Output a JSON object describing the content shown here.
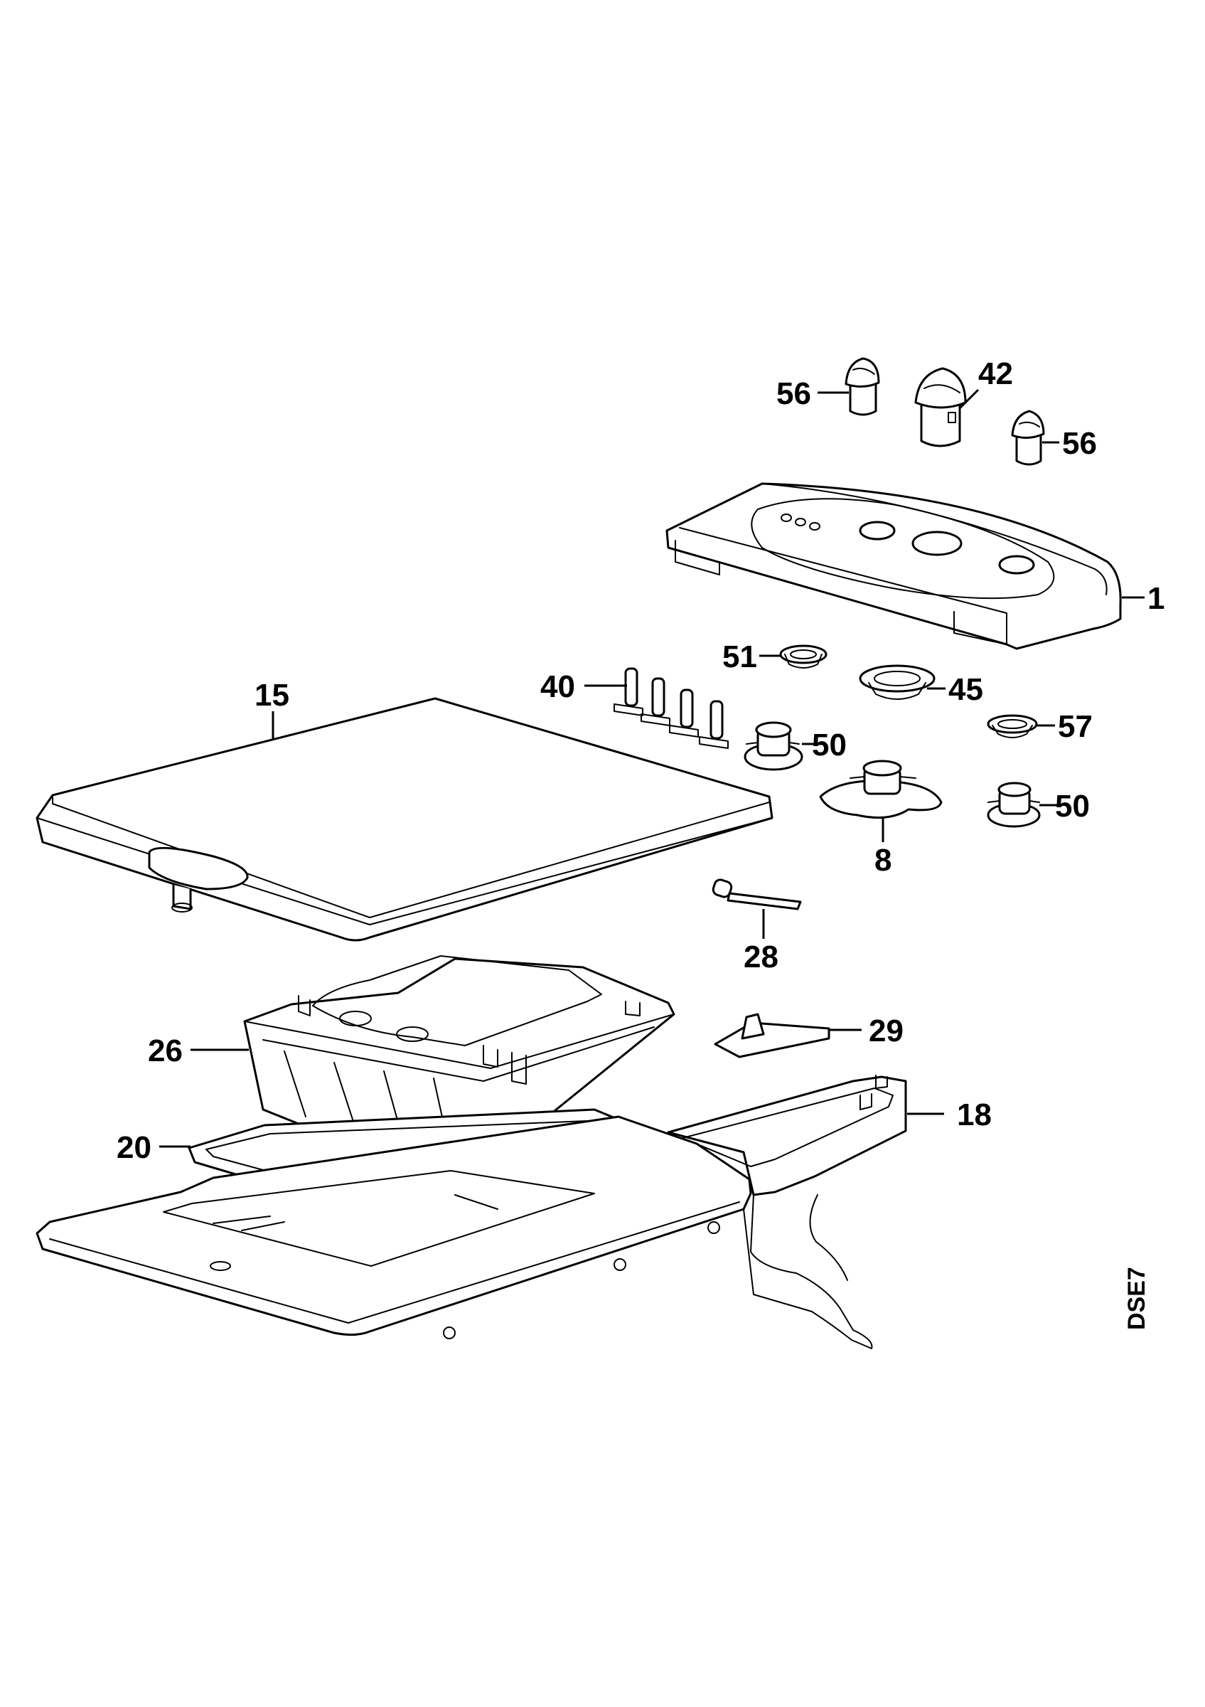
{
  "drawing_code": "DSE7",
  "callouts": [
    {
      "id": "c1",
      "text": "1"
    },
    {
      "id": "c8",
      "text": "8"
    },
    {
      "id": "c15",
      "text": "15"
    },
    {
      "id": "c18",
      "text": "18"
    },
    {
      "id": "c20",
      "text": "20"
    },
    {
      "id": "c26",
      "text": "26"
    },
    {
      "id": "c28",
      "text": "28"
    },
    {
      "id": "c29",
      "text": "29"
    },
    {
      "id": "c40",
      "text": "40"
    },
    {
      "id": "c42",
      "text": "42"
    },
    {
      "id": "c45",
      "text": "45"
    },
    {
      "id": "c50a",
      "text": "50"
    },
    {
      "id": "c50b",
      "text": "50"
    },
    {
      "id": "c51",
      "text": "51"
    },
    {
      "id": "c56a",
      "text": "56"
    },
    {
      "id": "c56b",
      "text": "56"
    },
    {
      "id": "c57",
      "text": "57"
    }
  ]
}
